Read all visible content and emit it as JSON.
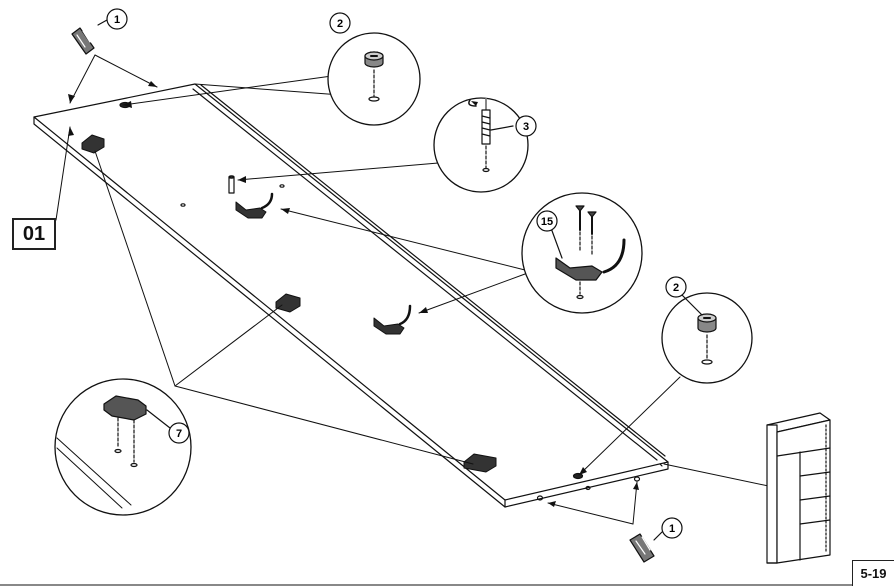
{
  "panel": {
    "label": "01"
  },
  "page": {
    "code": "5-19"
  },
  "callouts": {
    "dowel_top": "1",
    "cam_top": "2",
    "bolt": "3",
    "hinge_screws": "15",
    "cam_right": "2",
    "bracket_detail": "7",
    "dowel_bottom": "1"
  }
}
